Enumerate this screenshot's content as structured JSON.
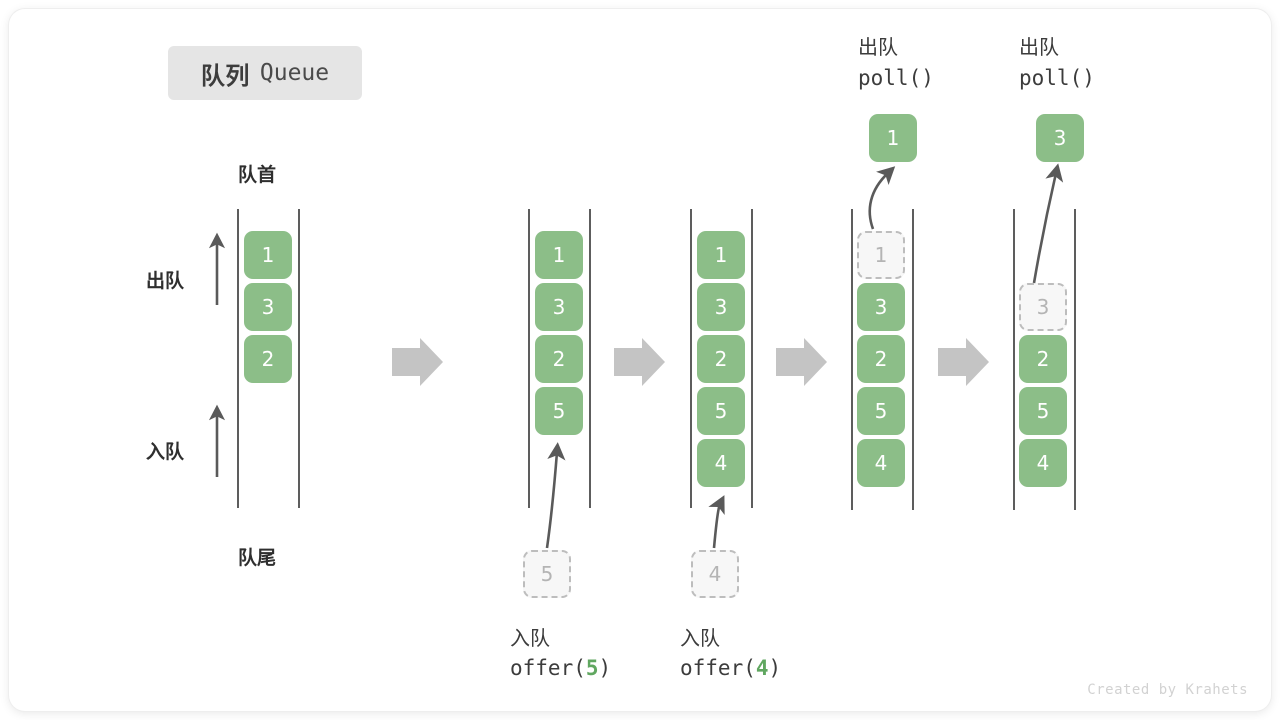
{
  "title": {
    "cn": "队列",
    "en": "Queue"
  },
  "labels": {
    "front": "队首",
    "rear": "队尾",
    "dequeue": "出队",
    "enqueue": "入队"
  },
  "colors": {
    "cell_fill": "#8cbe88",
    "cell_text": "#ffffff",
    "ghost_fill": "#f7f7f7",
    "ghost_border": "#bdbdbd",
    "ghost_text": "#b4b4b4",
    "rail": "#5d5d5d",
    "flow_arrow": "#c4c4c4",
    "accent_green": "#60a760",
    "badge_bg": "#e5e5e5",
    "text_dark": "#3c3c3c",
    "watermark": "#d2d2d2"
  },
  "stages": [
    {
      "id": "initial",
      "cells": [
        {
          "value": "1",
          "state": "filled"
        },
        {
          "value": "3",
          "state": "filled"
        },
        {
          "value": "2",
          "state": "filled"
        }
      ],
      "caption_cn": "",
      "caption_code": "",
      "code_arg": "",
      "input_ghost": null,
      "output_cell": null,
      "op_label_cn": "",
      "op_label_code": ""
    },
    {
      "id": "offer-5",
      "cells": [
        {
          "value": "1",
          "state": "filled"
        },
        {
          "value": "3",
          "state": "filled"
        },
        {
          "value": "2",
          "state": "filled"
        },
        {
          "value": "5",
          "state": "filled"
        }
      ],
      "caption_cn": "入队",
      "caption_code_prefix": "offer(",
      "code_arg": "5",
      "caption_code_suffix": ")",
      "input_ghost": {
        "value": "5"
      },
      "output_cell": null,
      "op_label_cn": "",
      "op_label_code": ""
    },
    {
      "id": "offer-4",
      "cells": [
        {
          "value": "1",
          "state": "filled"
        },
        {
          "value": "3",
          "state": "filled"
        },
        {
          "value": "2",
          "state": "filled"
        },
        {
          "value": "5",
          "state": "filled"
        },
        {
          "value": "4",
          "state": "filled"
        }
      ],
      "caption_cn": "入队",
      "caption_code_prefix": "offer(",
      "code_arg": "4",
      "caption_code_suffix": ")",
      "input_ghost": {
        "value": "4"
      },
      "output_cell": null,
      "op_label_cn": "",
      "op_label_code": ""
    },
    {
      "id": "poll-1",
      "cells": [
        {
          "value": "1",
          "state": "ghost"
        },
        {
          "value": "3",
          "state": "filled"
        },
        {
          "value": "2",
          "state": "filled"
        },
        {
          "value": "5",
          "state": "filled"
        },
        {
          "value": "4",
          "state": "filled"
        }
      ],
      "caption_cn": "",
      "caption_code": "",
      "input_ghost": null,
      "output_cell": {
        "value": "1"
      },
      "op_label_cn": "出队",
      "op_label_code": "poll()"
    },
    {
      "id": "poll-3",
      "cells": [
        {
          "value": "",
          "state": "empty"
        },
        {
          "value": "3",
          "state": "ghost"
        },
        {
          "value": "2",
          "state": "filled"
        },
        {
          "value": "5",
          "state": "filled"
        },
        {
          "value": "4",
          "state": "filled"
        }
      ],
      "caption_cn": "",
      "caption_code": "",
      "input_ghost": null,
      "output_cell": {
        "value": "3"
      },
      "op_label_cn": "出队",
      "op_label_code": "poll()"
    }
  ],
  "watermark": "Created by Krahets"
}
